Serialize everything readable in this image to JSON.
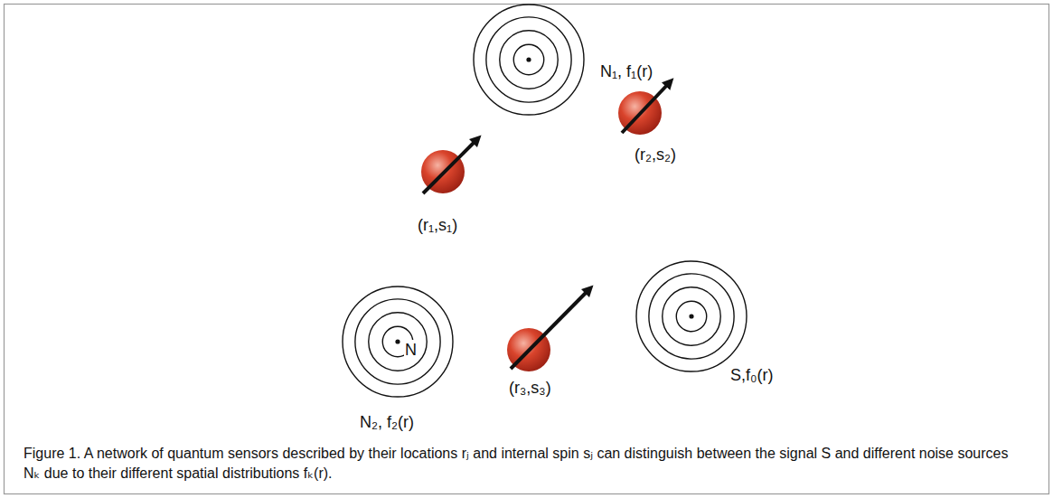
{
  "diagram": {
    "caption": "Figure 1. A network of quantum sensors described by their locations rⱼ and internal spin sⱼ can distinguish between the signal S and different noise sources Nₖ due to their different spatial distributions fₖ(r).",
    "nodes": [
      {
        "text": [
          "N₁, f₁(r)"
        ]
      },
      {
        "text": [
          "(r₁,s₁)"
        ]
      },
      {
        "text": [
          "(r₂,s₂)"
        ]
      },
      {
        "text": [
          "N",
          "N₂, f₂(r)"
        ]
      },
      {
        "text": [
          "(r₃,s₃)"
        ]
      },
      {
        "text": [
          "S,f₀(r)"
        ]
      }
    ]
  }
}
